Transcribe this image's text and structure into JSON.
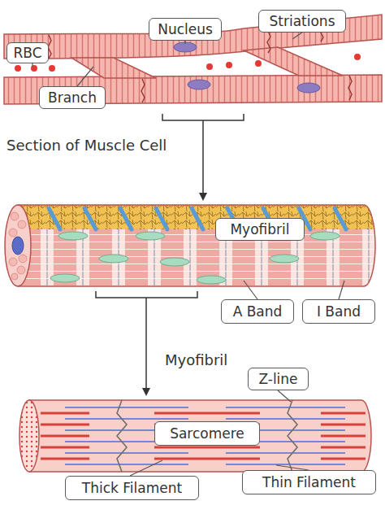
{
  "diagram": {
    "nodes": [
      {
        "text": [
          "RBC"
        ]
      },
      {
        "text": [
          "Nucleus"
        ]
      },
      {
        "text": [
          "Striations"
        ]
      },
      {
        "text": [
          "Branch"
        ]
      },
      {
        "text": [
          "Myofibril"
        ]
      },
      {
        "text": [
          "A Band"
        ]
      },
      {
        "text": [
          "I Band"
        ]
      },
      {
        "text": [
          "Z-line"
        ]
      },
      {
        "text": [
          "Sarcomere"
        ]
      },
      {
        "text": [
          "Thick Filament"
        ]
      },
      {
        "text": [
          "Thin Filament"
        ]
      }
    ],
    "labels": [
      "Section of Muscle Cell",
      "Myofibril"
    ]
  }
}
